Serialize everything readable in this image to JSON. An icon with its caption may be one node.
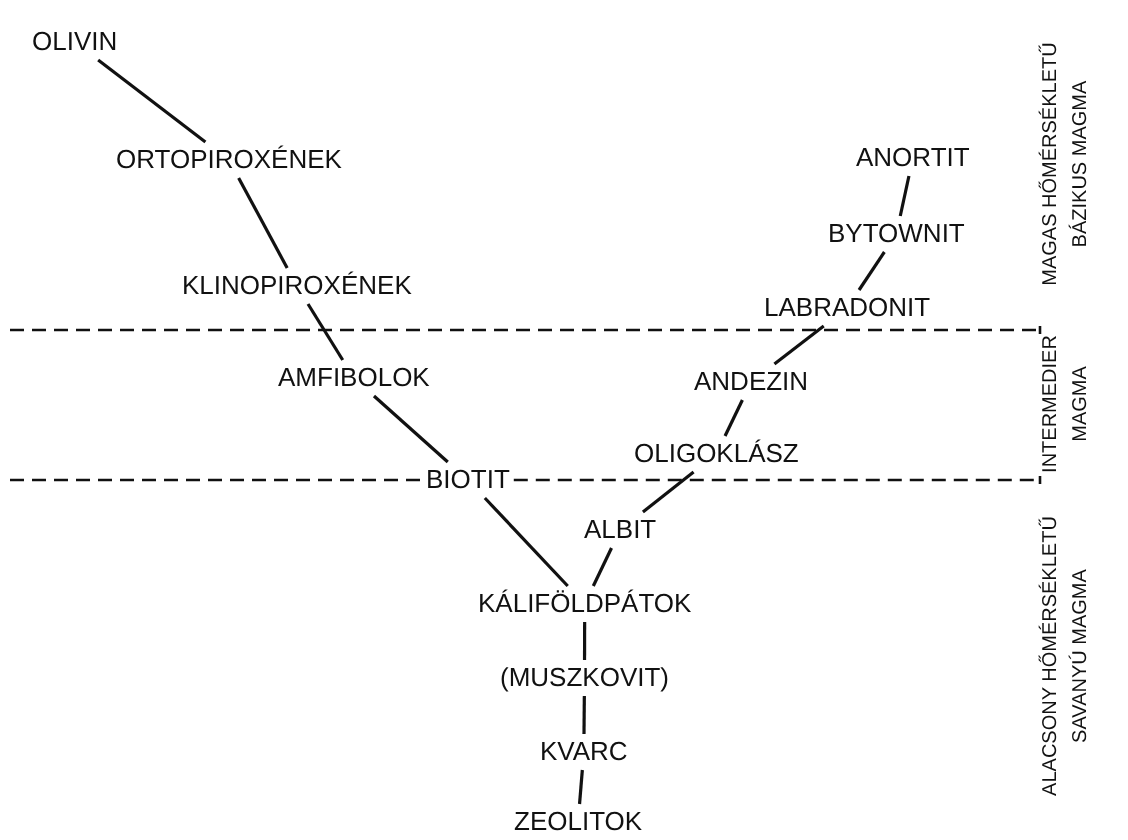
{
  "diagram": {
    "nodes": [
      {
        "text": [
          "OLIVIN"
        ]
      },
      {
        "text": [
          "ORTOPIROXÉNEK"
        ]
      },
      {
        "text": [
          "KLINOPIROXÉNEK"
        ]
      },
      {
        "text": [
          "AMFIBOLOK"
        ]
      },
      {
        "text": [
          "BIOTIT"
        ]
      },
      {
        "text": [
          "ANORTIT"
        ]
      },
      {
        "text": [
          "BYTOWNIT"
        ]
      },
      {
        "text": [
          "LABRADONIT"
        ]
      },
      {
        "text": [
          "ANDEZIN"
        ]
      },
      {
        "text": [
          "OLIGOKLÁSZ"
        ]
      },
      {
        "text": [
          "ALBIT"
        ]
      },
      {
        "text": [
          "KÁLIFÖLDPÁTOK"
        ]
      },
      {
        "text": [
          "(MUSZKOVIT)"
        ]
      },
      {
        "text": [
          "KVARC"
        ]
      },
      {
        "text": [
          "ZEOLITOK"
        ]
      }
    ],
    "edges": [
      {
        "from": 0,
        "to": 1,
        "arrow": "none"
      },
      {
        "from": 1,
        "to": 2,
        "arrow": "none"
      },
      {
        "from": 2,
        "to": 3,
        "arrow": "none"
      },
      {
        "from": 3,
        "to": 4,
        "arrow": "none"
      },
      {
        "from": 4,
        "to": 11,
        "arrow": "none"
      },
      {
        "from": 5,
        "to": 6,
        "arrow": "none"
      },
      {
        "from": 6,
        "to": 7,
        "arrow": "none"
      },
      {
        "from": 7,
        "to": 8,
        "arrow": "none"
      },
      {
        "from": 8,
        "to": 9,
        "arrow": "none"
      },
      {
        "from": 9,
        "to": 10,
        "arrow": "none"
      },
      {
        "from": 10,
        "to": 11,
        "arrow": "none"
      },
      {
        "from": 11,
        "to": 12,
        "arrow": "none"
      },
      {
        "from": 12,
        "to": 13,
        "arrow": "none"
      },
      {
        "from": 13,
        "to": 14,
        "arrow": "none"
      }
    ],
    "labels": [
      "MAGAS HŐMÉRSÉKLETŰ",
      "BÁZIKUS MAGMA",
      "INTERMEDIER",
      "MAGMA",
      "ALACSONY HŐMÉRSÉKLETŰ",
      "SAVANYÚ MAGMA"
    ]
  }
}
